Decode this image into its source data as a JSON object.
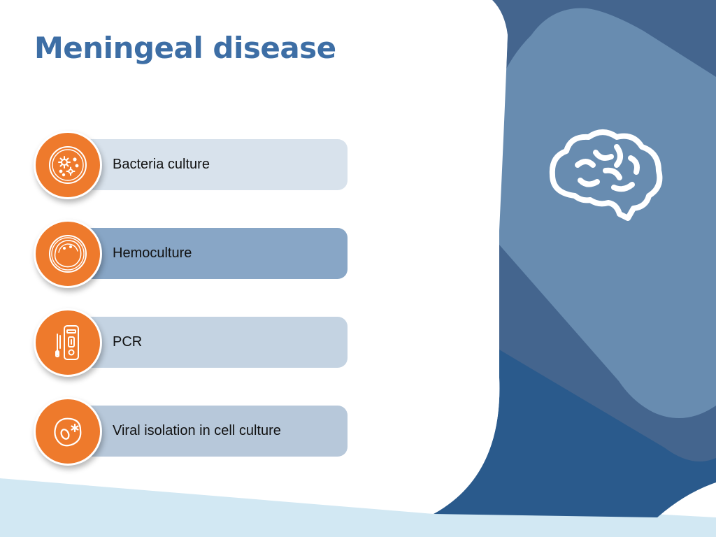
{
  "slide": {
    "title": "Meningeal disease",
    "colors": {
      "title": "#3d6ea5",
      "accent_orange": "#ee7a2c",
      "navy_dark": "#2a5a8c",
      "navy_mid": "#44658e",
      "steel_blue": "#688cb0",
      "sky_light": "#d2e8f3"
    },
    "items": [
      {
        "label": "Bacteria culture",
        "icon": "petri-dish-bacteria-icon",
        "bar_color": "#d8e2ec"
      },
      {
        "label": "Hemoculture",
        "icon": "blood-culture-dish-icon",
        "bar_color": "#88a6c6"
      },
      {
        "label": "PCR",
        "icon": "pcr-test-cassette-icon",
        "bar_color": "#c4d3e2"
      },
      {
        "label": "Viral isolation in cell culture",
        "icon": "virus-cell-icon",
        "bar_color": "#b7c8da"
      }
    ],
    "decor_icon": "brain-icon"
  }
}
